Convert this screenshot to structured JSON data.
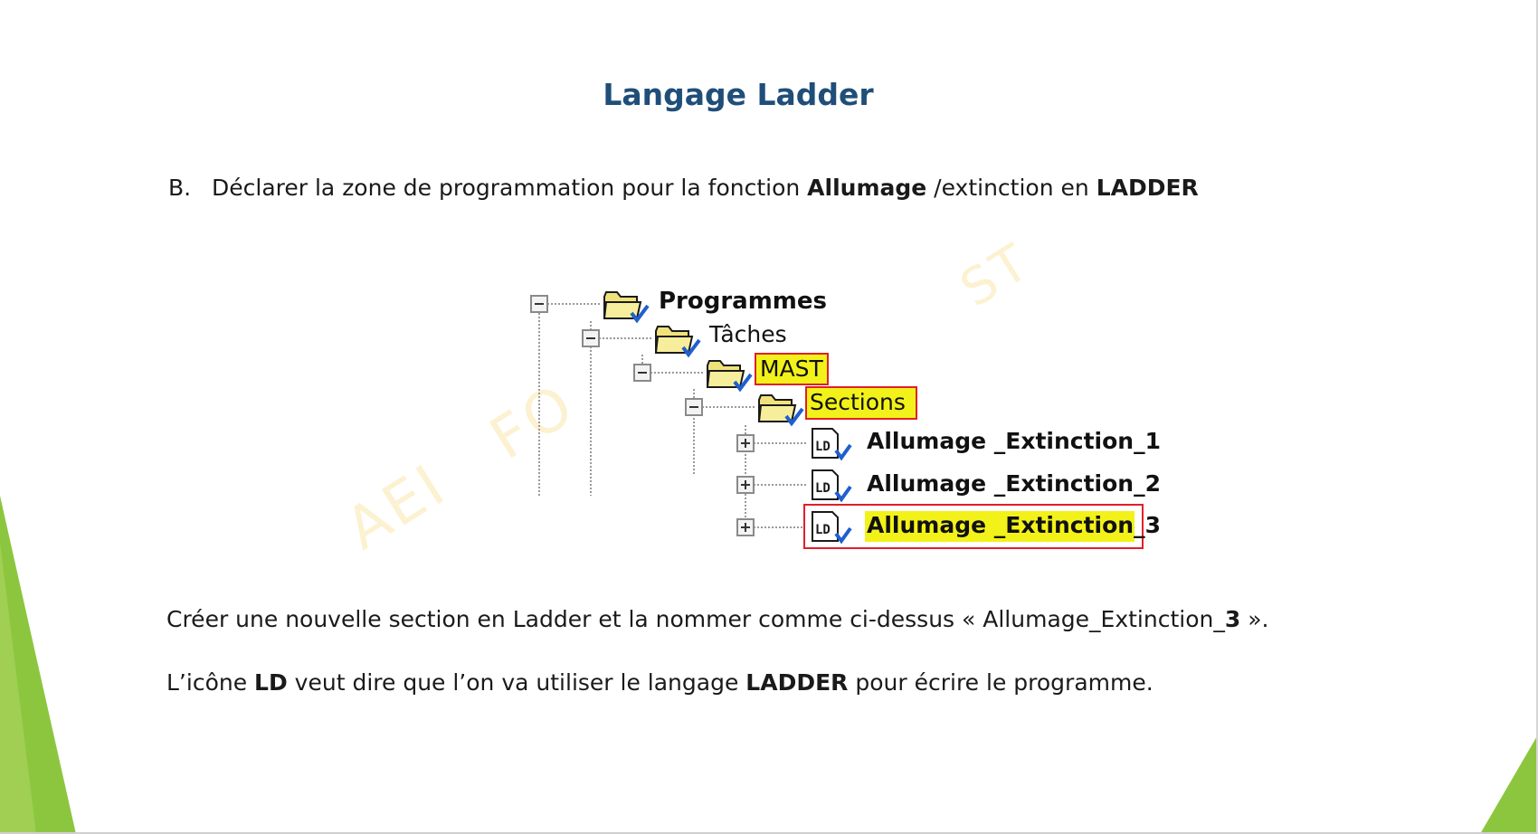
{
  "title": "Langage Ladder",
  "item_b": {
    "marker": "B.",
    "text_1": "Déclarer la zone de programmation pour la fonction ",
    "bold_1": "Allumage",
    "text_2": " /extinction en ",
    "bold_2": "LADDER"
  },
  "tree": [
    {
      "label": "Programmes",
      "level": 0,
      "expander": "minus",
      "icon": "folder-check-icon"
    },
    {
      "label": "Tâches",
      "level": 1,
      "expander": "minus",
      "icon": "folder-check-icon"
    },
    {
      "label": "MAST",
      "level": 2,
      "expander": "minus",
      "icon": "folder-check-icon",
      "highlighted": true
    },
    {
      "label": "Sections",
      "level": 3,
      "expander": "minus",
      "icon": "folder-check-icon",
      "highlighted": true
    },
    {
      "label": "Allumage _Extinction_1",
      "level": 4,
      "expander": "plus",
      "icon": "ld-section-icon",
      "icon_text": "LD"
    },
    {
      "label": "Allumage _Extinction_2",
      "level": 4,
      "expander": "plus",
      "icon": "ld-section-icon",
      "icon_text": "LD"
    },
    {
      "label": "Allumage _Extinction_3",
      "level": 4,
      "expander": "plus",
      "icon": "ld-section-icon",
      "icon_text": "LD",
      "highlighted": true
    }
  ],
  "para_1": {
    "text_1": "Créer une nouvelle section en Ladder et la nommer comme ci-dessus « Allumage_Extinction_",
    "bold_1": "3",
    "text_2": " »."
  },
  "para_2": {
    "text_1": "L’icône ",
    "bold_1": "LD",
    "text_2": " veut dire que l’on va utiliser le langage ",
    "bold_2": "LADDER",
    "text_3": " pour écrire le programme."
  },
  "colors": {
    "title": "#1f4e79",
    "highlight": "#f2f21a",
    "highlight_border": "#e0202a",
    "accent_green": "#8cc63f",
    "check_blue": "#1f5fd0"
  }
}
